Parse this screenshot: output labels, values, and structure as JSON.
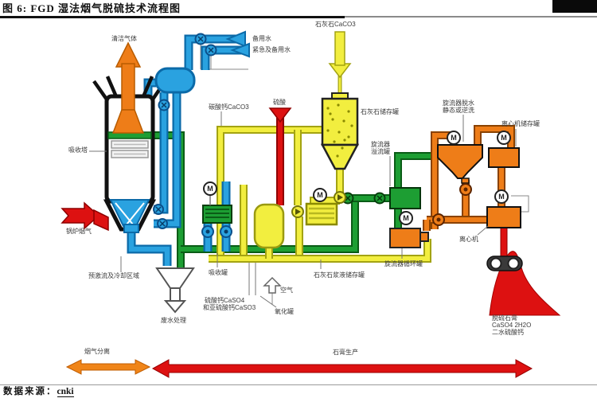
{
  "header": {
    "title": "图 6: FGD 湿法烟气脱硫技术流程图"
  },
  "footer": {
    "source_prefix": "数据来源：",
    "source_link": "cnki"
  },
  "diagram": {
    "labels": {
      "clean_gas": "清洁气体",
      "backup_water": "备用水",
      "emergency_backup_water": "紧急及备用水",
      "limestone_caco3": "石灰石CaCO3",
      "caco3": "碳酸钙CaCO3",
      "sulfuric_acid": "硫酸",
      "limestone_silo": "石灰石储存罐",
      "cyclone_overflow_tank_l1": "旋流器",
      "cyclone_overflow_tank_l2": "溢流罐",
      "dewatering_l1": "旋流器脱水",
      "dewatering_l2": "静态或逆洗",
      "centrifuge_storage_tank": "离心机储存罐",
      "absorber_tower": "吸收塔",
      "boiler_flue_gas": "锅炉烟气",
      "prewash_cooling_zone": "预激流及冷却区域",
      "wastewater_treatment": "废水处理",
      "absorber_tank": "吸收罐",
      "caso4_l1": "硫酸钙CaSO4",
      "caso4_l2": "和亚硫酸钙CaSO3",
      "air": "空气",
      "oxidation_tank": "氧化罐",
      "limestone_slurry_tank": "石灰石浆液储存罐",
      "cyclone_circulation_tank": "旋流器循环罐",
      "centrifuge": "离心机",
      "gypsum_l1": "脱硫石膏",
      "gypsum_l2": "CaSO4 2H2O",
      "gypsum_l3": "二水硫酸钙",
      "flue_gas_separation": "烟气分离",
      "gypsum_production": "石膏生产",
      "motor": "M"
    },
    "colors": {
      "pipe_blue": "#2aa2e0",
      "pipe_green": "#1d9e33",
      "pipe_yellow": "#f2ee3f",
      "pipe_orange": "#ee7d18",
      "stream_red": "#dd1111",
      "stack_orange": "#ee7d18",
      "phase_arrow_orange": "#f08519",
      "phase_arrow_red": "#dd1111"
    }
  }
}
